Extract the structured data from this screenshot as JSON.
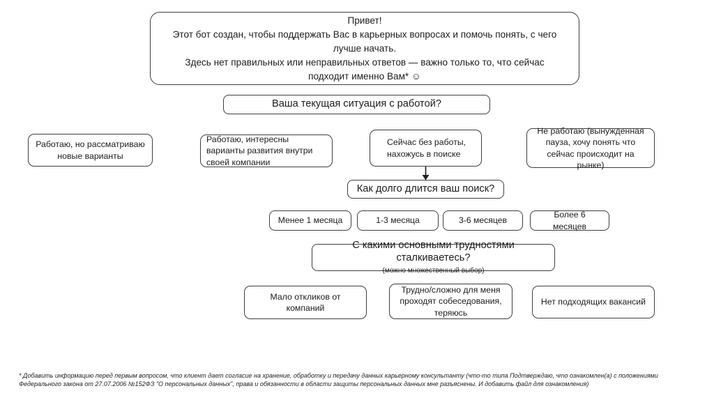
{
  "intro": {
    "greeting": "Привет!",
    "body1": "Этот бот создан, чтобы поддержать Вас в карьерных вопросах и помочь понять, с чего лучше начать.",
    "body2": "Здесь нет правильных или неправильных ответов — важно только то, что сейчас подходит именно Вам* ☺"
  },
  "question1": {
    "label": "Ваша текущая ситуация с работой?",
    "options": [
      {
        "label": "Работаю, но рассматриваю новые варианты"
      },
      {
        "label": "Работаю, интересны варианты развития внутри своей компании"
      },
      {
        "label": "Сейчас без работы, нахожусь в поиске"
      },
      {
        "label": "Не работаю (вынужденная пауза, хочу понять что сейчас происходит на рынке)"
      }
    ]
  },
  "question2": {
    "label": "Как долго длится ваш поиск?",
    "options": [
      {
        "label": "Менее 1 месяца"
      },
      {
        "label": "1-3 месяца"
      },
      {
        "label": "3-6 месяцев"
      },
      {
        "label": "Более 6 месяцев"
      }
    ]
  },
  "question3": {
    "label": "С какими основными трудностями сталкиваетесь?",
    "sublabel": "(можно множественный выбор)",
    "options": [
      {
        "label": "Мало откликов от компаний"
      },
      {
        "label": "Трудно/сложно для меня проходят собеседования, теряюсь"
      },
      {
        "label": "Нет подходящих вакансий"
      }
    ]
  },
  "footnote": "* Добавить информацию перед первым вопросом, что клиент дает согласие на хранение, обработку и передачу данных карьерному консультанту (что-то типа Подтверждаю, что ознакомлен(а) с положениями Федерального закона от 27.07.2006 №152ФЗ \"О персональных данных\", права и обязанности в области защиты персональных данных мне разъяснены. И добавить файл для ознакомления)"
}
